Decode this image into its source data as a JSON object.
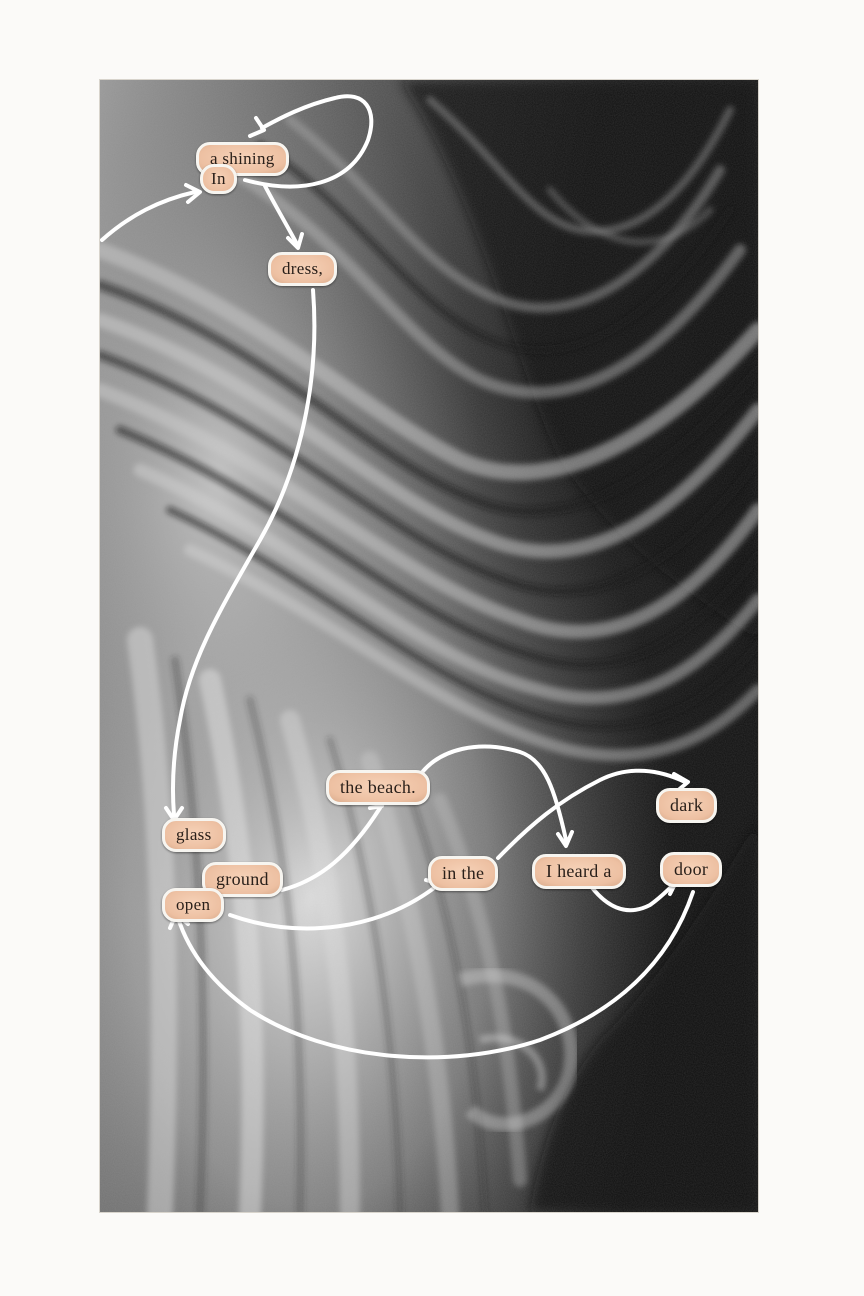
{
  "words": {
    "a_shining": "a shining",
    "in": "In",
    "dress": "dress,",
    "glass": "glass",
    "the_beach": "the beach.",
    "ground": "ground",
    "open": "open",
    "in_the": "in the",
    "i_heard_a": "I heard a",
    "dark": "dark",
    "door": "door"
  },
  "colors": {
    "page": "#fbfaf8",
    "photo_dark": "#151515",
    "photo_light": "#cfcfcf",
    "word_paper": "#edc0a2",
    "word_ink": "#2a201a",
    "connector": "#ffffff"
  }
}
